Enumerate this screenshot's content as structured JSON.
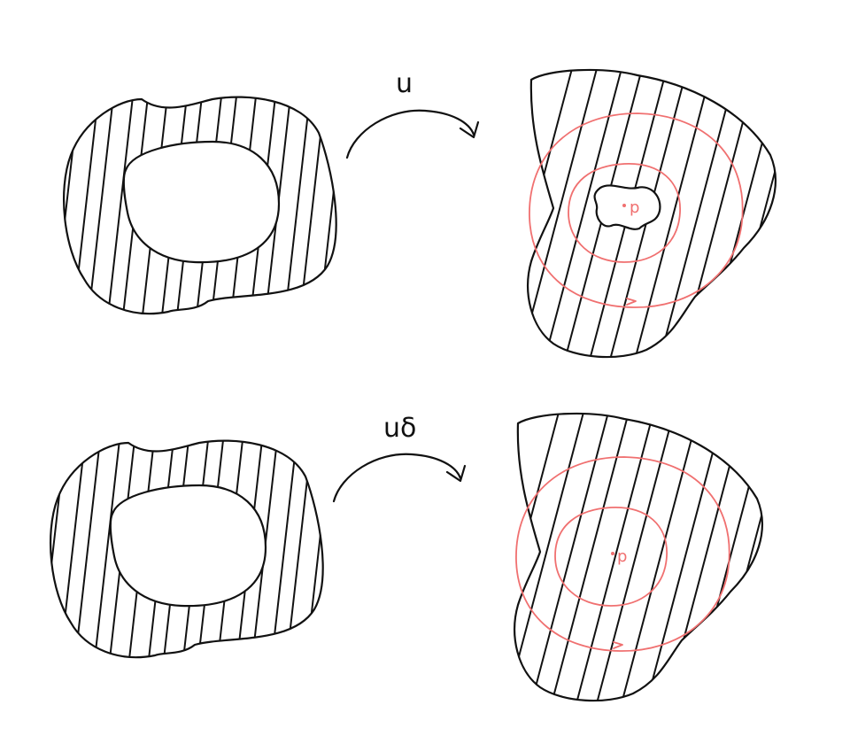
{
  "diagram": {
    "colors": {
      "ink": "#111111",
      "red": "#f07070"
    },
    "rows": [
      {
        "map_label": "u",
        "point_label": "p",
        "target_hole": "perturbed"
      },
      {
        "map_label": "uδ",
        "point_label": "p",
        "target_hole": "filled"
      }
    ]
  }
}
